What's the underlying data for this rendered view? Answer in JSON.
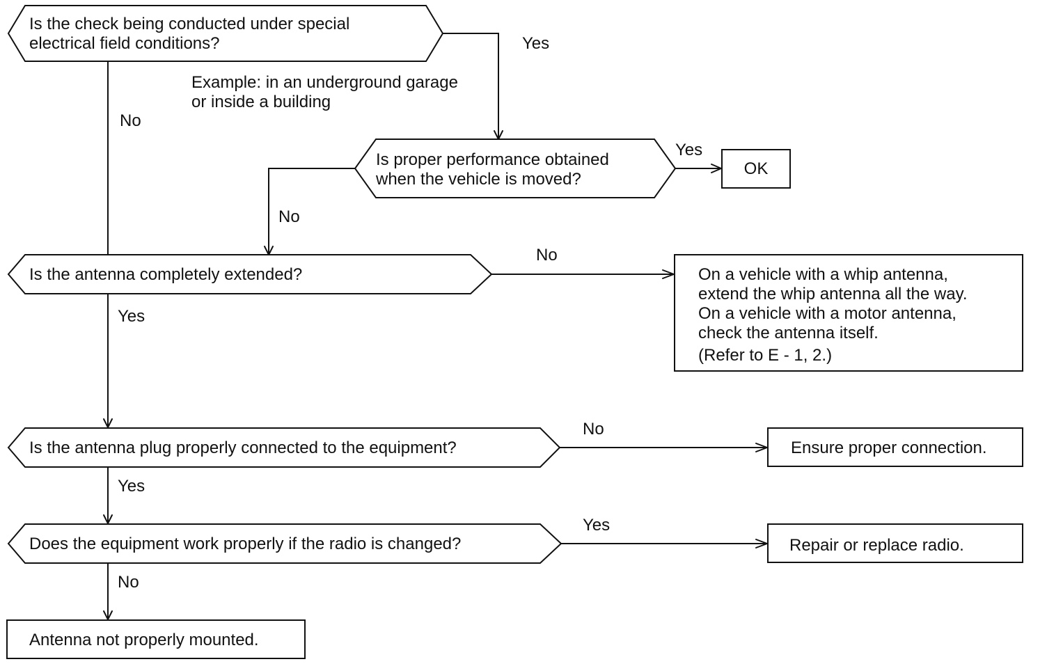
{
  "decisions": {
    "special_field": {
      "line1": "Is the check being conducted under special",
      "line2": "electrical field conditions?"
    },
    "vehicle_moved": {
      "line1": "Is proper performance obtained",
      "line2": "when the vehicle is moved?"
    },
    "antenna_extended": {
      "line1": "Is the antenna completely extended?"
    },
    "plug_connected": {
      "line1": "Is the antenna plug properly connected to the equipment?"
    },
    "radio_changed": {
      "line1": "Does the equipment work properly if the radio is changed?"
    }
  },
  "note": {
    "line1": "Example: in an underground garage",
    "line2": "or inside a building"
  },
  "results": {
    "ok": "OK",
    "extend_antenna": {
      "line1": "On a vehicle with a whip antenna,",
      "line2": "extend the whip antenna all the way.",
      "line3": "On a vehicle with a motor antenna,",
      "line4": "check the antenna itself.",
      "line5": "(Refer to E - 1, 2.)"
    },
    "ensure_connection": "Ensure proper connection.",
    "repair_radio": "Repair or replace radio.",
    "not_mounted": "Antenna not properly mounted."
  },
  "labels": {
    "special_yes": "Yes",
    "special_no": "No",
    "moved_yes": "Yes",
    "moved_no": "No",
    "extended_no": "No",
    "extended_yes": "Yes",
    "plug_no": "No",
    "plug_yes": "Yes",
    "radio_yes": "Yes",
    "radio_no": "No"
  }
}
